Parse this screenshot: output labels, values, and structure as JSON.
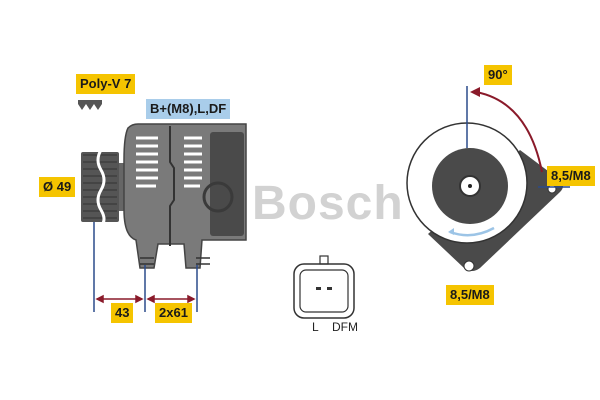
{
  "watermark": {
    "text": "Bosch"
  },
  "labels": {
    "belt": "Poly-V 7",
    "terminals": "B+(M8),L,DF",
    "pulley_diameter": "Ø 49",
    "dim_left": "43",
    "dim_right": "2x61",
    "angle": "90°",
    "mount_right": "8,5/M8",
    "mount_bottom": "8,5/M8"
  },
  "connector": {
    "pins": [
      "L",
      "DFM"
    ]
  },
  "colors": {
    "label_yellow": "#f5c400",
    "label_blue": "#a9cdea",
    "body_gray": "#7a7a7a",
    "dark_gray": "#4a4a4a",
    "dimension_line": "#2a4a8a",
    "arrow_red": "#8a1a2a"
  }
}
